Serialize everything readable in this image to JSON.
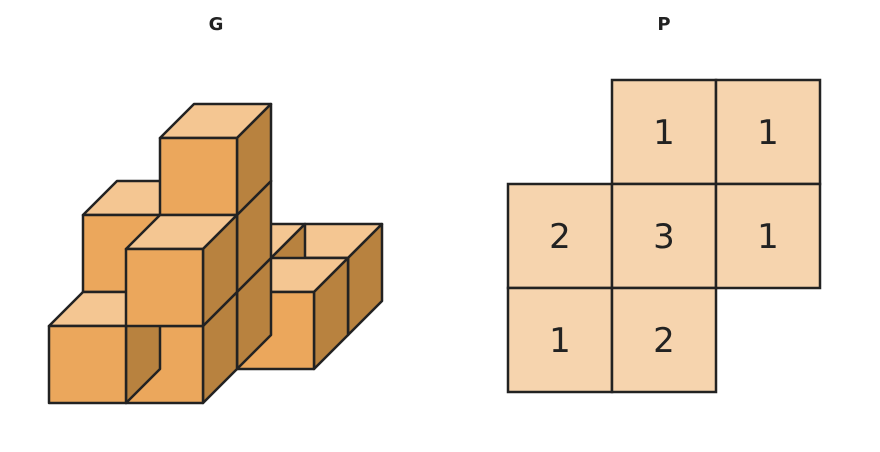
{
  "figure_g": {
    "label": "G",
    "colors": {
      "top": "#f4c692",
      "front": "#eba75c",
      "side": "#b8823f",
      "edge": "#222222"
    }
  },
  "figure_p": {
    "label": "P",
    "colors": {
      "cell": "#f6d4ae",
      "edge": "#222222",
      "text": "#222222"
    },
    "grid": [
      [
        "",
        "1",
        "1"
      ],
      [
        "2",
        "3",
        "1"
      ],
      [
        "1",
        "2",
        ""
      ]
    ]
  }
}
